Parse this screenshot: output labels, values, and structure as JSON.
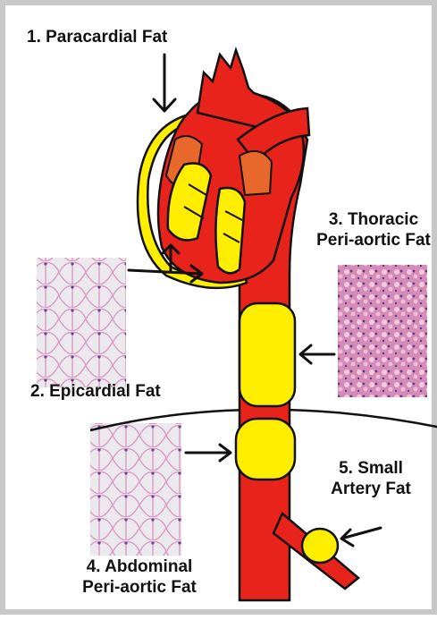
{
  "labels": {
    "paracardial": "1. Paracardial Fat",
    "epicardial": "2. Epicardial Fat",
    "thoracic_line1": "3. Thoracic",
    "thoracic_line2": "Peri-aortic Fat",
    "abdominal_line1": "4. Abdominal",
    "abdominal_line2": "Peri-aortic Fat",
    "small_line1": "5. Small",
    "small_line2": "Artery Fat"
  },
  "colors": {
    "vessel": "#e8231b",
    "fat": "#ffee00",
    "atrium": "#e8672a",
    "outline": "#111111",
    "frame": "#c8c8c8",
    "tissue_white": "#f2eff2",
    "tissue_pink": "#d98fc0",
    "tissue_nuclei": "#5a3a8c",
    "tissue_dense": "#cf7fae"
  },
  "images": {
    "epicardial": "adipose-histology-icon",
    "thoracic": "brown-fat-histology-icon",
    "abdominal": "adipose-histology-icon"
  }
}
